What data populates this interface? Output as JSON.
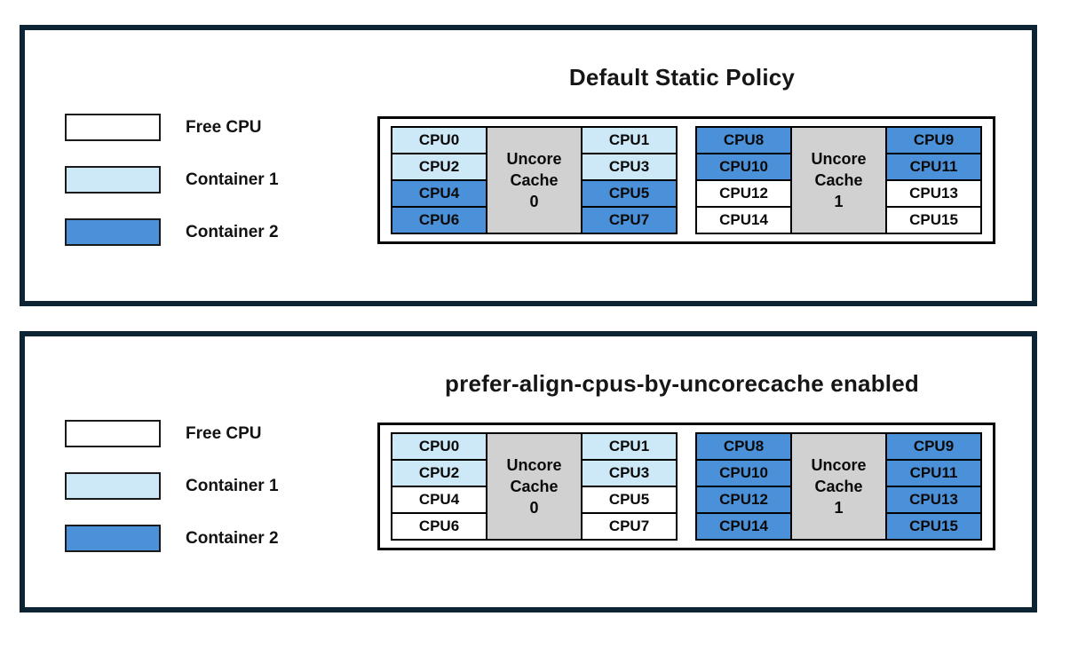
{
  "colors": {
    "free": "#ffffff",
    "container1": "#cde8f6",
    "container2": "#4b91d9",
    "cache_fill": "#d1d1d1",
    "panel_border": "#0d2434",
    "cell_border": "#000000",
    "text": "#121212"
  },
  "legend": {
    "items": [
      {
        "key": "free",
        "label": "Free CPU"
      },
      {
        "key": "container1",
        "label": "Container 1"
      },
      {
        "key": "container2",
        "label": "Container 2"
      }
    ]
  },
  "panels": [
    {
      "title": "Default Static Policy",
      "groups": [
        {
          "cache_lines": [
            "Uncore",
            "Cache",
            "0"
          ],
          "left": [
            {
              "label": "CPU0",
              "state": "container1"
            },
            {
              "label": "CPU2",
              "state": "container1"
            },
            {
              "label": "CPU4",
              "state": "container2"
            },
            {
              "label": "CPU6",
              "state": "container2"
            }
          ],
          "right": [
            {
              "label": "CPU1",
              "state": "container1"
            },
            {
              "label": "CPU3",
              "state": "container1"
            },
            {
              "label": "CPU5",
              "state": "container2"
            },
            {
              "label": "CPU7",
              "state": "container2"
            }
          ]
        },
        {
          "cache_lines": [
            "Uncore",
            "Cache",
            "1"
          ],
          "left": [
            {
              "label": "CPU8",
              "state": "container2"
            },
            {
              "label": "CPU10",
              "state": "container2"
            },
            {
              "label": "CPU12",
              "state": "free"
            },
            {
              "label": "CPU14",
              "state": "free"
            }
          ],
          "right": [
            {
              "label": "CPU9",
              "state": "container2"
            },
            {
              "label": "CPU11",
              "state": "container2"
            },
            {
              "label": "CPU13",
              "state": "free"
            },
            {
              "label": "CPU15",
              "state": "free"
            }
          ]
        }
      ]
    },
    {
      "title": "prefer-align-cpus-by-uncorecache enabled",
      "groups": [
        {
          "cache_lines": [
            "Uncore",
            "Cache",
            "0"
          ],
          "left": [
            {
              "label": "CPU0",
              "state": "container1"
            },
            {
              "label": "CPU2",
              "state": "container1"
            },
            {
              "label": "CPU4",
              "state": "free"
            },
            {
              "label": "CPU6",
              "state": "free"
            }
          ],
          "right": [
            {
              "label": "CPU1",
              "state": "container1"
            },
            {
              "label": "CPU3",
              "state": "container1"
            },
            {
              "label": "CPU5",
              "state": "free"
            },
            {
              "label": "CPU7",
              "state": "free"
            }
          ]
        },
        {
          "cache_lines": [
            "Uncore",
            "Cache",
            "1"
          ],
          "left": [
            {
              "label": "CPU8",
              "state": "container2"
            },
            {
              "label": "CPU10",
              "state": "container2"
            },
            {
              "label": "CPU12",
              "state": "container2"
            },
            {
              "label": "CPU14",
              "state": "container2"
            }
          ],
          "right": [
            {
              "label": "CPU9",
              "state": "container2"
            },
            {
              "label": "CPU11",
              "state": "container2"
            },
            {
              "label": "CPU13",
              "state": "container2"
            },
            {
              "label": "CPU15",
              "state": "container2"
            }
          ]
        }
      ]
    }
  ]
}
